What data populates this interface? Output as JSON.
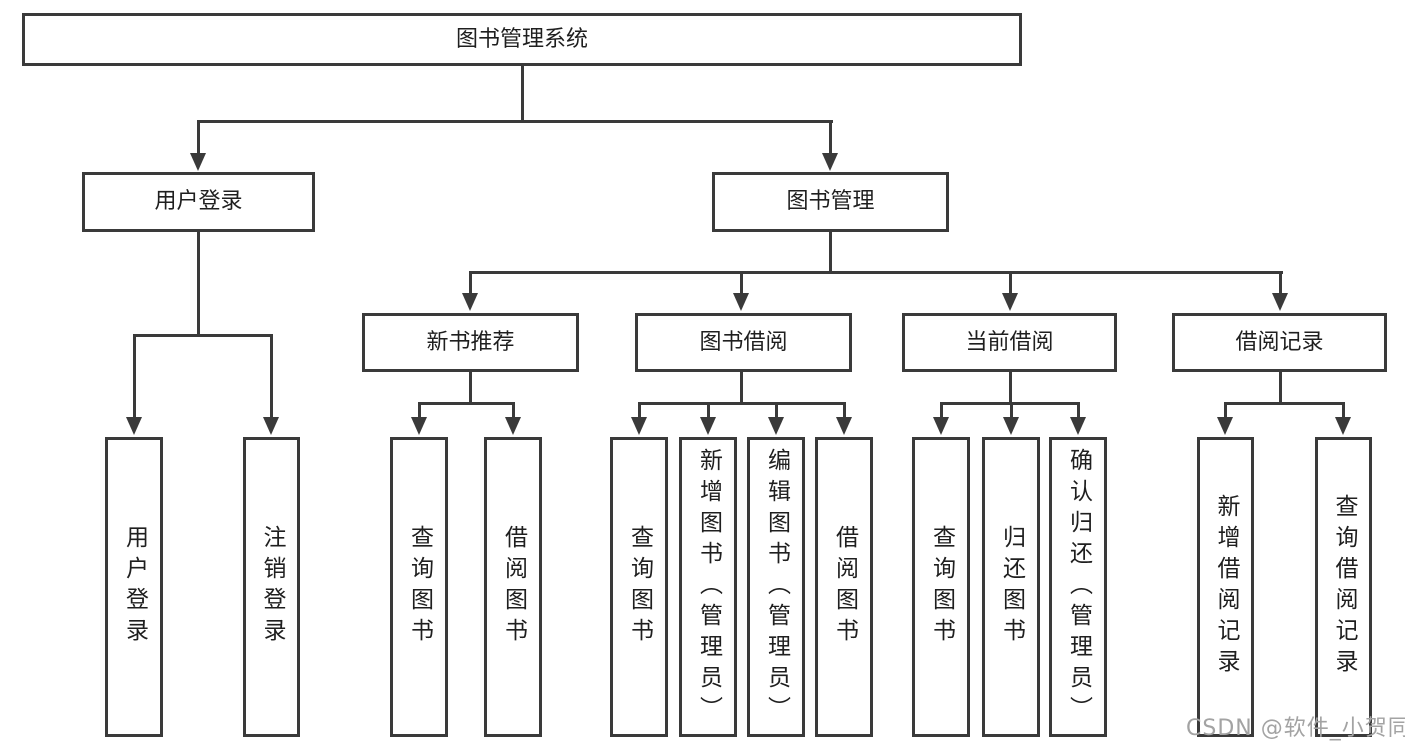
{
  "tree": {
    "root": "图书管理系统",
    "level2": [
      "用户登录",
      "图书管理"
    ],
    "level3": [
      "新书推荐",
      "图书借阅",
      "当前借阅",
      "借阅记录"
    ],
    "leaves": {
      "user_login": [
        "用户登录",
        "注销登录"
      ],
      "new_books": [
        "查询图书",
        "借阅图书"
      ],
      "book_borrowing": [
        "查询图书",
        "新增图书（管理员）",
        "编辑图书（管理员）",
        "借阅图书"
      ],
      "current_borrowing": [
        "查询图书",
        "归还图书",
        "确认归还（管理员）"
      ],
      "borrowing_records": [
        "新增借阅记录",
        "查询借阅记录"
      ]
    }
  },
  "watermark": "CSDN @软件_小贺同学",
  "colors": {
    "line": "#3a3a3a",
    "text": "#1f1f1f",
    "watermark": "#a3a3a3",
    "background": "#ffffff"
  }
}
